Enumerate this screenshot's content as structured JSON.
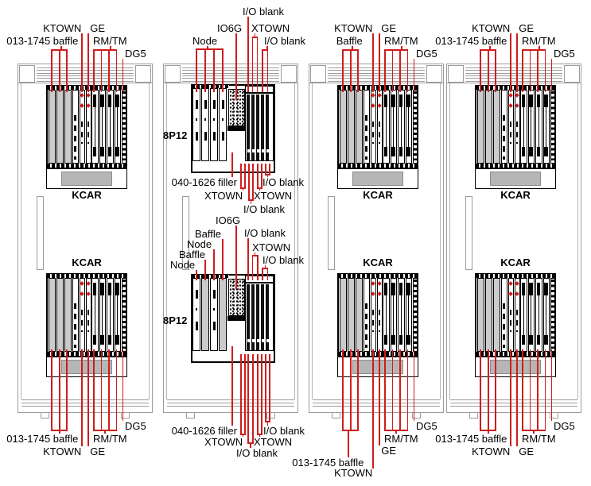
{
  "labels": {
    "ktown": "KTOWN",
    "ge": "GE",
    "rm_tm": "RM/TM",
    "dg5": "DG5",
    "baffle_013_1745": "013-1745 baffle",
    "baffle": "Baffle",
    "node": "Node",
    "io_blank": "I/O blank",
    "io6g": "IO6G",
    "xtown": "XTOWN",
    "filler_040_1626": "040-1626 filler",
    "kcar": "KCAR",
    "8p12": "8P12"
  },
  "colors": {
    "callout_red": "#cf1d1d",
    "cabinet_gray": "#9c9c9c",
    "card_gray": "#cbcbcb",
    "panel_gray": "#b6b6b6",
    "black": "#000000",
    "white": "#ffffff"
  },
  "racks": [
    {
      "name": "rack-1",
      "bay_type": "KCAR",
      "cage_label": "KCAR",
      "top_callouts": [
        "KTOWN",
        "GE",
        "013-1745 baffle",
        "RM/TM",
        "DG5"
      ],
      "bottom_callouts": [
        "DG5",
        "013-1745 baffle",
        "RM/TM",
        "KTOWN",
        "GE"
      ]
    },
    {
      "name": "rack-2",
      "bay_type": "8P12",
      "cage_label": "8P12",
      "top_callouts": [
        "I/O blank",
        "IO6G",
        "XTOWN",
        "Node",
        "I/O blank"
      ],
      "between_callouts": [
        "040-1626 filler",
        "I/O blank",
        "XTOWN",
        "XTOWN",
        "I/O blank",
        "IO6G",
        "Baffle",
        "I/O blank",
        "Node",
        "XTOWN",
        "Baffle",
        "I/O blank",
        "Node"
      ],
      "bottom_callouts": [
        "040-1626 filler",
        "I/O blank",
        "XTOWN",
        "XTOWN",
        "I/O blank"
      ]
    },
    {
      "name": "rack-3",
      "bay_type": "KCAR",
      "cage_label": "KCAR",
      "top_callouts": [
        "KTOWN",
        "GE",
        "Baffle",
        "RM/TM",
        "DG5"
      ],
      "bottom_callouts": [
        "DG5",
        "RM/TM",
        "GE",
        "013-1745 baffle",
        "KTOWN"
      ]
    },
    {
      "name": "rack-4",
      "bay_type": "KCAR",
      "cage_label": "KCAR",
      "top_callouts": [
        "KTOWN",
        "GE",
        "013-1745 baffle",
        "RM/TM",
        "DG5"
      ],
      "bottom_callouts": [
        "DG5",
        "013-1745 baffle",
        "RM/TM",
        "KTOWN",
        "GE"
      ]
    }
  ]
}
